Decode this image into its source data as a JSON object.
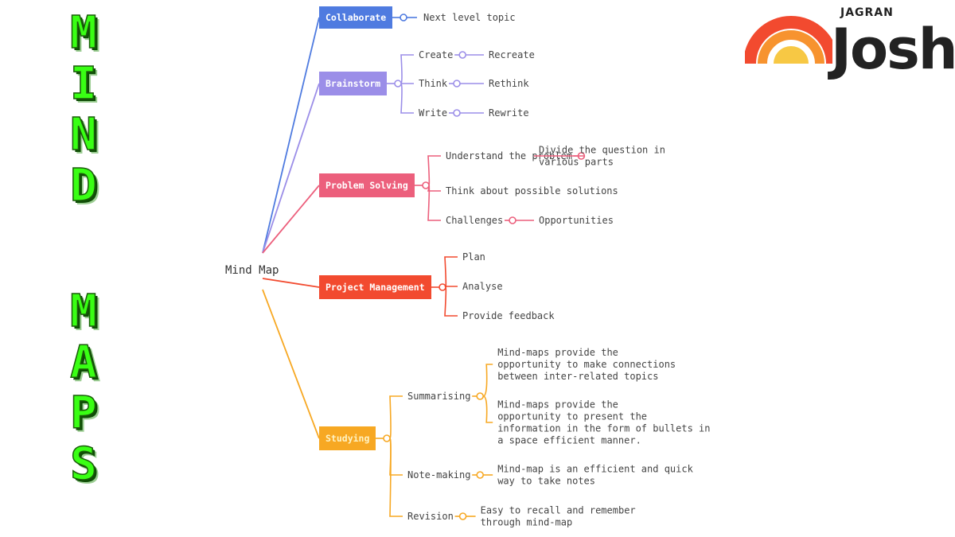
{
  "title": {
    "word1": "MIND",
    "word2": "MAPS"
  },
  "logo": {
    "small": "JAGRAN",
    "big": "Josh"
  },
  "colors": {
    "collaborate": "#4f7be0",
    "brainstorm": "#9b8ee8",
    "problem": "#ec5f7c",
    "project": "#f24a2f",
    "studying": "#f7a823"
  },
  "map": {
    "root": "Mind Map",
    "branches": [
      {
        "id": "collaborate",
        "label": "Collaborate",
        "color": "#4f7be0",
        "text_color": "#ffffff",
        "children": [
          {
            "label": [
              "Next level topic"
            ]
          }
        ]
      },
      {
        "id": "brainstorm",
        "label": "Brainstorm",
        "color": "#9b8ee8",
        "text_color": "#ffffff",
        "children": [
          {
            "label": [
              "Create"
            ],
            "children": [
              {
                "label": [
                  "Recreate"
                ]
              }
            ]
          },
          {
            "label": [
              "Think"
            ],
            "children": [
              {
                "label": [
                  "Rethink"
                ]
              }
            ]
          },
          {
            "label": [
              "Write"
            ],
            "children": [
              {
                "label": [
                  "Rewrite"
                ]
              }
            ]
          }
        ]
      },
      {
        "id": "problem",
        "label": "Problem Solving",
        "color": "#ec5f7c",
        "text_color": "#ffffff",
        "children": [
          {
            "label": [
              "Understand the problem"
            ],
            "children": [
              {
                "label": [
                  "Divide the question in",
                  "various parts"
                ]
              }
            ]
          },
          {
            "label": [
              "Think about possible solutions"
            ]
          },
          {
            "label": [
              "Challenges"
            ],
            "children": [
              {
                "label": [
                  "Opportunities"
                ]
              }
            ]
          }
        ]
      },
      {
        "id": "project",
        "label": "Project Management",
        "color": "#f24a2f",
        "text_color": "#ffffff",
        "children": [
          {
            "label": [
              "Plan"
            ]
          },
          {
            "label": [
              "Analyse"
            ]
          },
          {
            "label": [
              "Provide feedback"
            ]
          }
        ]
      },
      {
        "id": "studying",
        "label": "Studying",
        "color": "#f7a823",
        "text_color": "#fff3c4",
        "children": [
          {
            "label": [
              "Summarising"
            ],
            "children": [
              {
                "label": [
                  "Mind-maps provide the",
                  "opportunity to make connections",
                  "between inter-related topics"
                ]
              },
              {
                "label": [
                  "Mind-maps provide the",
                  "opportunity to present the",
                  "information in the form of bullets in",
                  "a space efficient manner."
                ]
              }
            ]
          },
          {
            "label": [
              "Note-making"
            ],
            "children": [
              {
                "label": [
                  "Mind-map is an efficient and quick",
                  "way to take notes"
                ]
              }
            ]
          },
          {
            "label": [
              "Revision"
            ],
            "children": [
              {
                "label": [
                  "Easy to recall and remember",
                  "through mind-map"
                ]
              }
            ]
          }
        ]
      }
    ]
  }
}
